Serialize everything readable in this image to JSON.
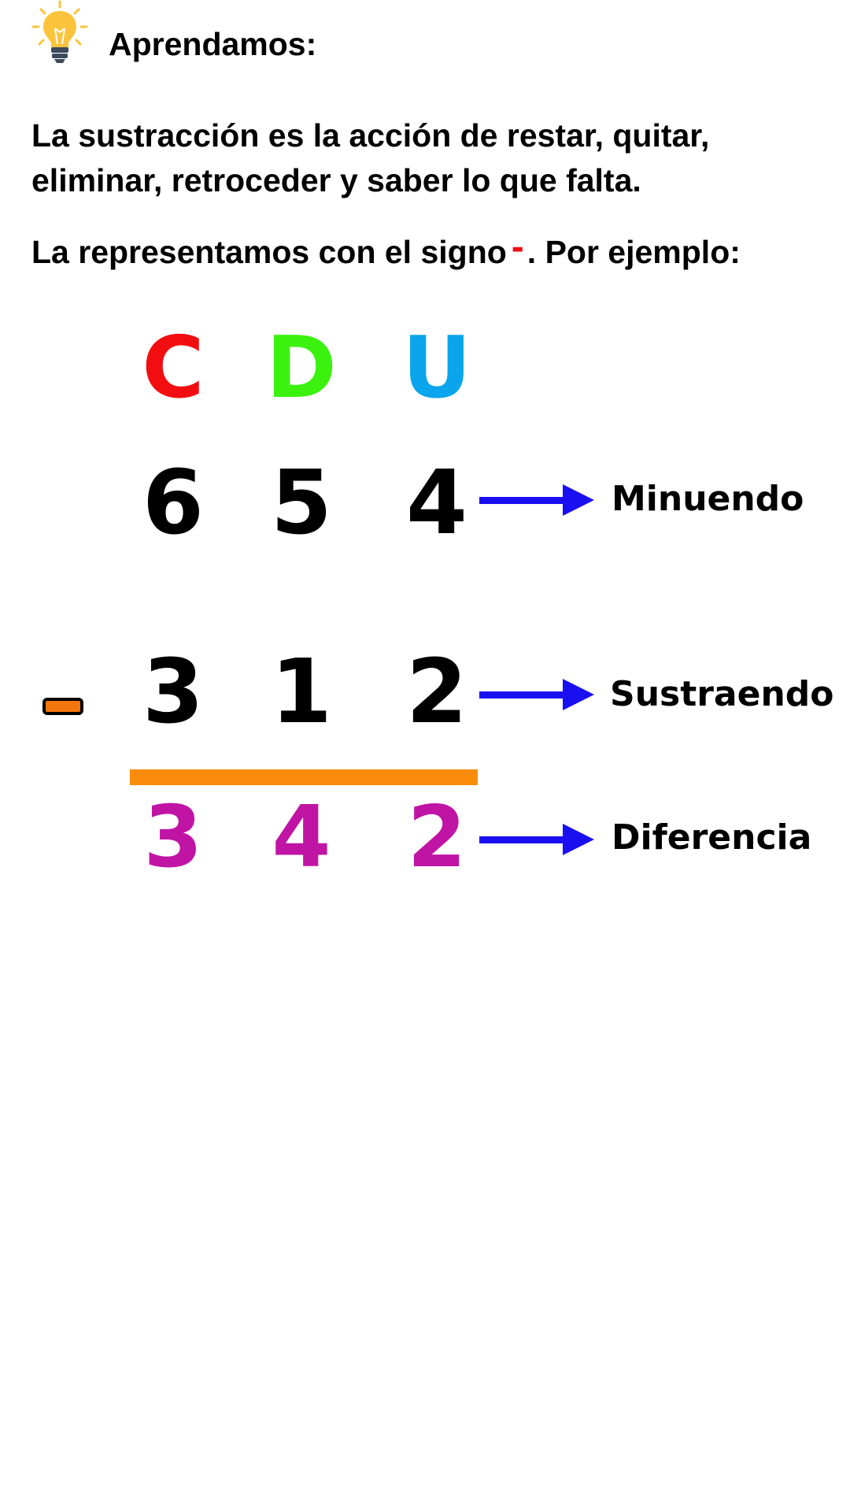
{
  "header": {
    "icon": "lightbulb-icon",
    "title": "Aprendamos:"
  },
  "intro": {
    "text": "La sustracción es la acción de restar, quitar, eliminar, retroceder y saber lo que falta.",
    "sign_prefix": "La representamos con el signo",
    "sign": "-",
    "sign_suffix": ". Por ejemplo:"
  },
  "columns": [
    {
      "label": "C",
      "color": "#f20d10"
    },
    {
      "label": "D",
      "color": "#3af20d"
    },
    {
      "label": "U",
      "color": "#0aa5ec"
    }
  ],
  "minuend": {
    "digits": [
      "6",
      "5",
      "4"
    ],
    "label": "Minuendo"
  },
  "subtrahend": {
    "digits": [
      "3",
      "1",
      "2"
    ],
    "label": "Sustraendo"
  },
  "difference": {
    "digits": [
      "3",
      "4",
      "2"
    ],
    "label": "Diferencia"
  },
  "colors": {
    "text": "#000000",
    "sign": "#f20d10",
    "arrow": "#1a0ff0",
    "result_bar": "#f98c0a",
    "minus_fill": "#f3760d",
    "difference_digits": "#c014a5",
    "bulb": "#fcc43c",
    "bulb_base": "#3b4a5c"
  }
}
